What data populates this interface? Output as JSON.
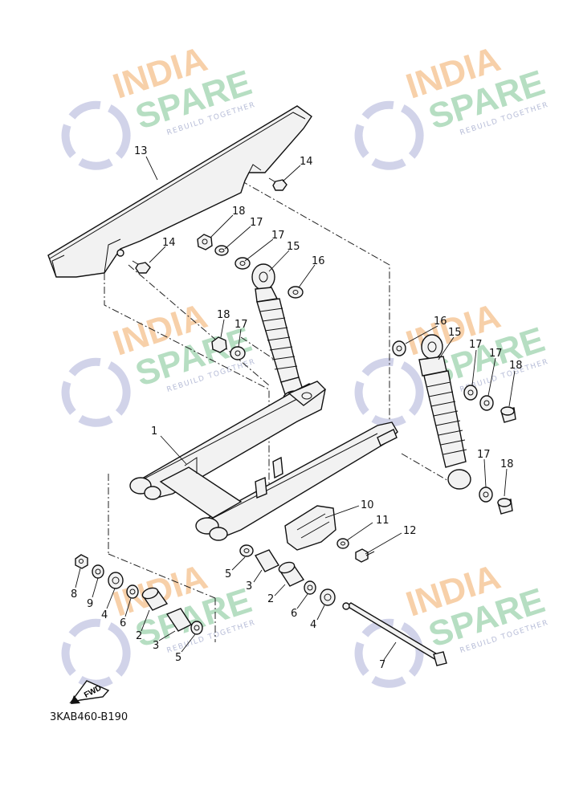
{
  "diagram": {
    "code": "3KAB460-B190",
    "fwd_label": "FWD",
    "labels": {
      "l1": "1",
      "l2a": "2",
      "l2b": "2",
      "l3a": "3",
      "l3b": "3",
      "l4a": "4",
      "l4b": "4",
      "l5a": "5",
      "l5b": "5",
      "l6a": "6",
      "l6b": "6",
      "l7": "7",
      "l8": "8",
      "l9": "9",
      "l10": "10",
      "l11": "11",
      "l12": "12",
      "l13": "13",
      "l14a": "14",
      "l14b": "14",
      "l15a": "15",
      "l15b": "15",
      "l16a": "16",
      "l16b": "16",
      "l17a": "17",
      "l17b": "17",
      "l17c": "17",
      "l17d": "17",
      "l17e": "17",
      "l17f": "17",
      "l18a": "18",
      "l18b": "18",
      "l18c": "18",
      "l18d": "18"
    }
  },
  "watermark": {
    "line1": "INDIA",
    "line2": "SPARE",
    "tagline": "REBUILD TOGETHER",
    "color_orange": "#f6c89a",
    "color_green": "#a9d8b8",
    "color_blue": "#c9cbe6"
  }
}
